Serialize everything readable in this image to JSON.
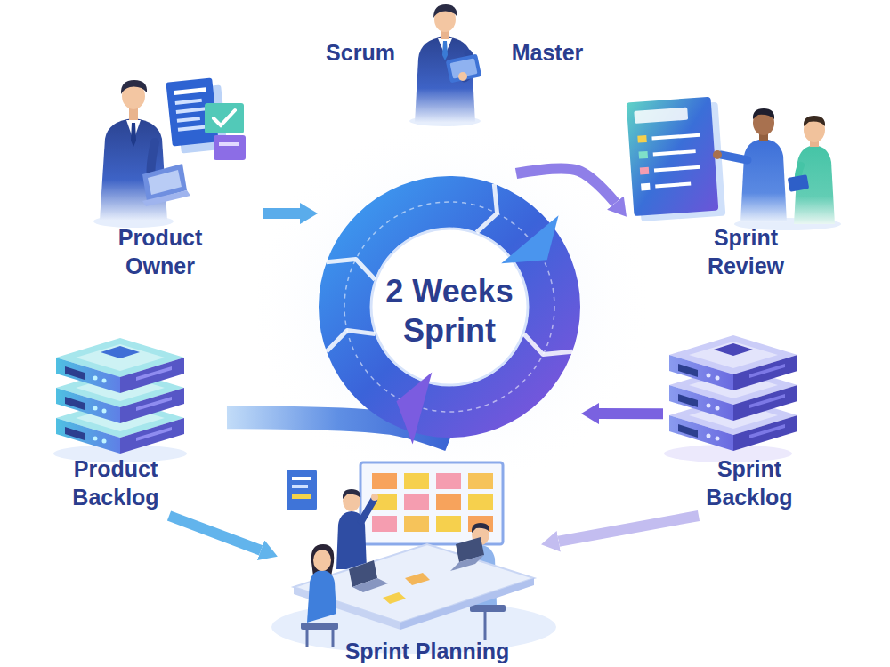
{
  "diagram": {
    "nodes": [
      {
        "text": [
          "Scrum",
          "Master"
        ]
      },
      {
        "text": [
          "Product Owner"
        ]
      },
      {
        "text": [
          "Sprint Review"
        ]
      },
      {
        "text": [
          "2 Weeks Sprint"
        ]
      },
      {
        "text": [
          "Product Backlog"
        ]
      },
      {
        "text": [
          "Sprint Backlog"
        ]
      },
      {
        "text": [
          "Sprint Planning"
        ]
      }
    ],
    "edges": [
      {
        "from": 1,
        "to": 3,
        "arrow": "to"
      },
      {
        "from": 3,
        "to": 2,
        "arrow": "to"
      },
      {
        "from": 5,
        "to": 3,
        "arrow": "to"
      },
      {
        "from": 4,
        "to": 6,
        "arrow": "to"
      },
      {
        "from": 5,
        "to": 6,
        "arrow": "to"
      },
      {
        "from": 4,
        "to": 3,
        "arrow": "none"
      }
    ]
  }
}
